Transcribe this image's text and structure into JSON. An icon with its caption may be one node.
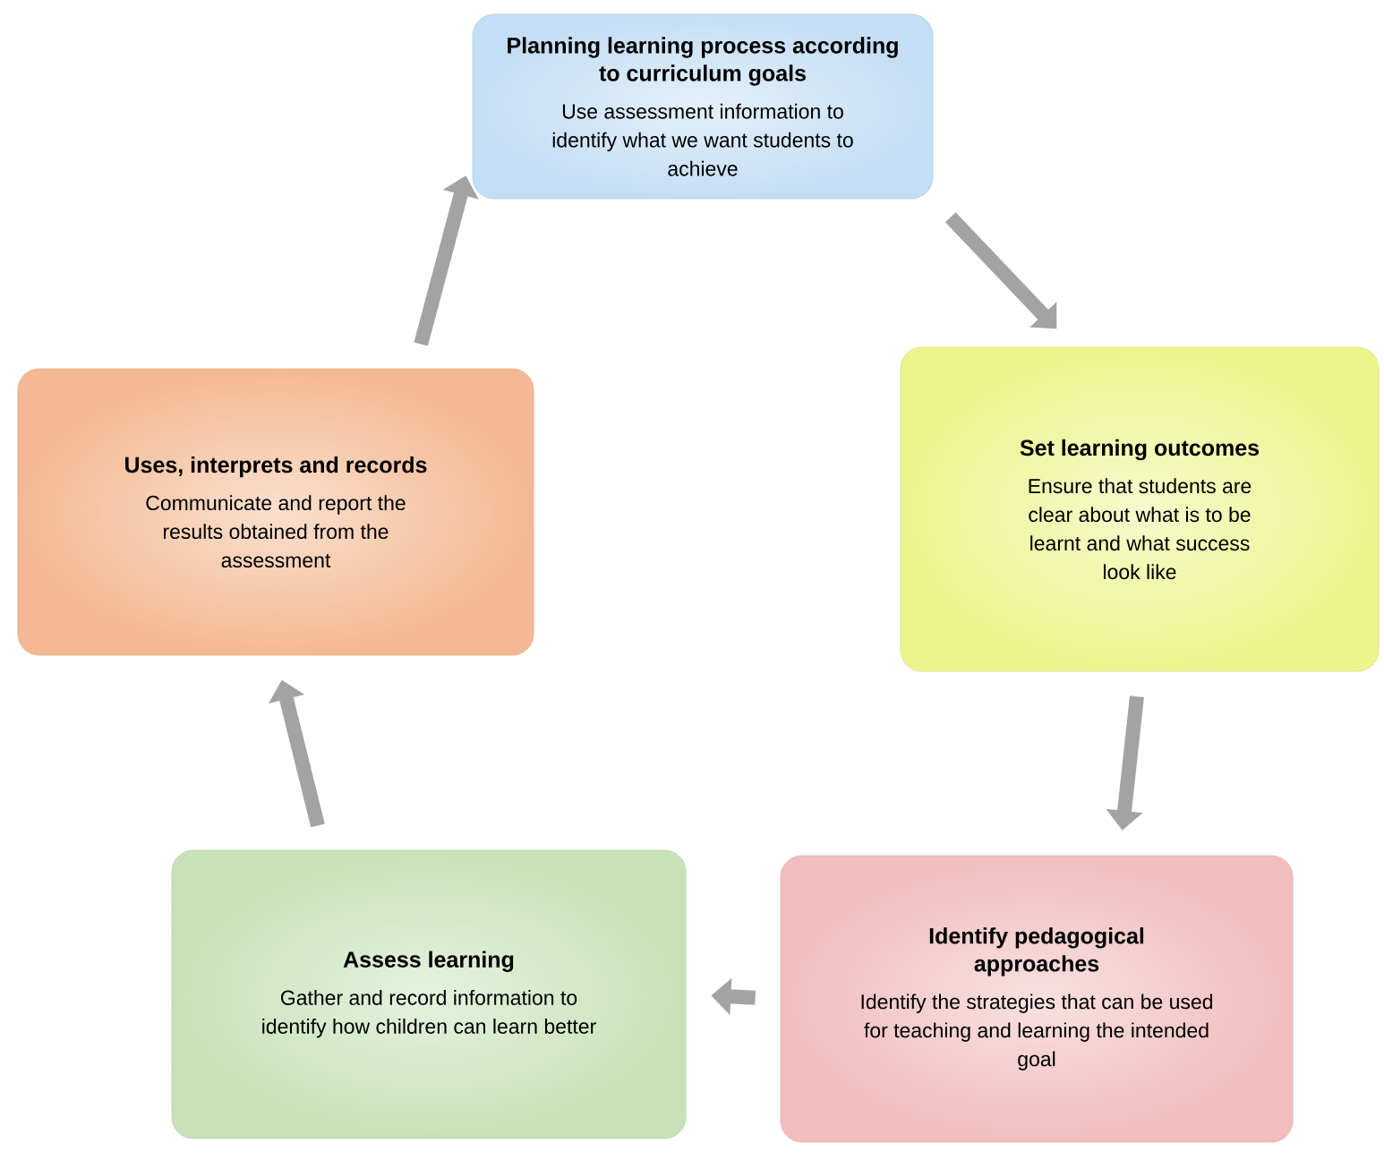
{
  "diagram": {
    "nodes": [
      {
        "text": [
          "Planning learning process according to curriculum goals",
          "Use assessment information to identify what we want students to achieve"
        ]
      },
      {
        "text": [
          "Set learning outcomes",
          "Ensure that students are clear about what is to be learnt and what success look like"
        ]
      },
      {
        "text": [
          "Identify pedagogical approaches",
          "Identify the strategies that can be used for teaching and learning the intended goal"
        ]
      },
      {
        "text": [
          "Assess learning",
          "Gather and record information to identify how children can learn better"
        ]
      },
      {
        "text": [
          "Uses, interprets and records",
          "Communicate and report the results obtained from the assessment"
        ]
      }
    ],
    "edges": [
      {
        "from": 0,
        "to": 1,
        "arrow": "to"
      },
      {
        "from": 1,
        "to": 2,
        "arrow": "to"
      },
      {
        "from": 2,
        "to": 3,
        "arrow": "to"
      },
      {
        "from": 3,
        "to": 4,
        "arrow": "to"
      },
      {
        "from": 4,
        "to": 0,
        "arrow": "to"
      }
    ]
  }
}
